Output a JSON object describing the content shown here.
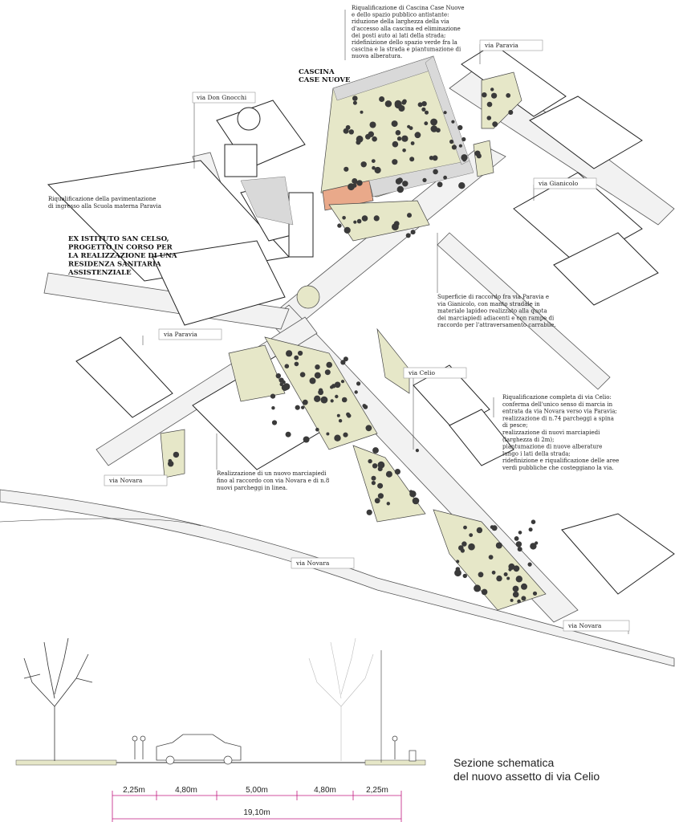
{
  "notes": {
    "cascina_top": [
      "Riqualificazione di Cascina Case Nuove",
      "e dello spazio pubblico antistante:",
      "riduzione della larghezza della via",
      "d'accesso alla cascina ed eliminazione",
      "dei posti auto ai lati della strada;",
      "ridefinizione dello spazio verde fra la",
      "cascina e la strada e piantumazione di",
      "nuova alberatura."
    ],
    "scuola": [
      "Riqualificazione della pavimentazione",
      "di ingresso alla Scuola materna Paravia"
    ],
    "superficie": [
      "Superficie di raccordo fra via Paravia e",
      "via Gianicolo, con manto stradale in",
      "materiale lapideo realizzato alla quota",
      "dei marciapiedi adiacenti e con rampe di",
      "raccordo per l'attraversamento carrabile."
    ],
    "celio": [
      "Riqualificazione completa di via Celio:",
      "conferma dell'unico senso di marcia in",
      "entrata da via Novara verso via Paravia;",
      "realizzazione di n.74 parcheggi a spina",
      "di pesce;",
      "realizzazione di nuovi marciapiedi",
      "(larghezza di 2m);",
      "piantumazione di nuove alberature",
      "lungo i lati della strada;",
      "ridefinizione e riqualificazione delle aree",
      "verdi pubbliche che costeggiano la via."
    ],
    "marciapiedi": [
      "Realizzazione di un nuovo marciapiedi",
      "fino al raccordo con via Novara e di n.8",
      "nuovi parcheggi in linea."
    ]
  },
  "titles": {
    "cascina": [
      "CASCINA",
      "CASE NUOVE"
    ],
    "san_celso": [
      "EX ISTITUTO SAN CELSO,",
      "PROGETTO IN CORSO PER",
      "LA REALIZZAZIONE DI UNA",
      "RESIDENZA SANITARIA",
      "ASSISTENZIALE"
    ]
  },
  "streets": {
    "paravia_top": "via Paravia",
    "don_gnocchi": "via Don Gnocchi",
    "gianicolo": "via Gianicolo",
    "paravia_mid": "via Paravia",
    "celio": "via Celio",
    "novara_left": "via Novara",
    "novara_mid": "via Novara",
    "novara_right": "via Novara"
  },
  "section": {
    "title_line1": "Sezione schematica",
    "title_line2": "del nuovo assetto di via Celio",
    "dims": [
      "2,25m",
      "4,80m",
      "5,00m",
      "4,80m",
      "2,25m"
    ],
    "total": "19,10m"
  },
  "colors": {
    "green_area": "#e6e7c8",
    "cascina_red": "#e9a98a",
    "dimension_magenta": "#c0197f"
  }
}
